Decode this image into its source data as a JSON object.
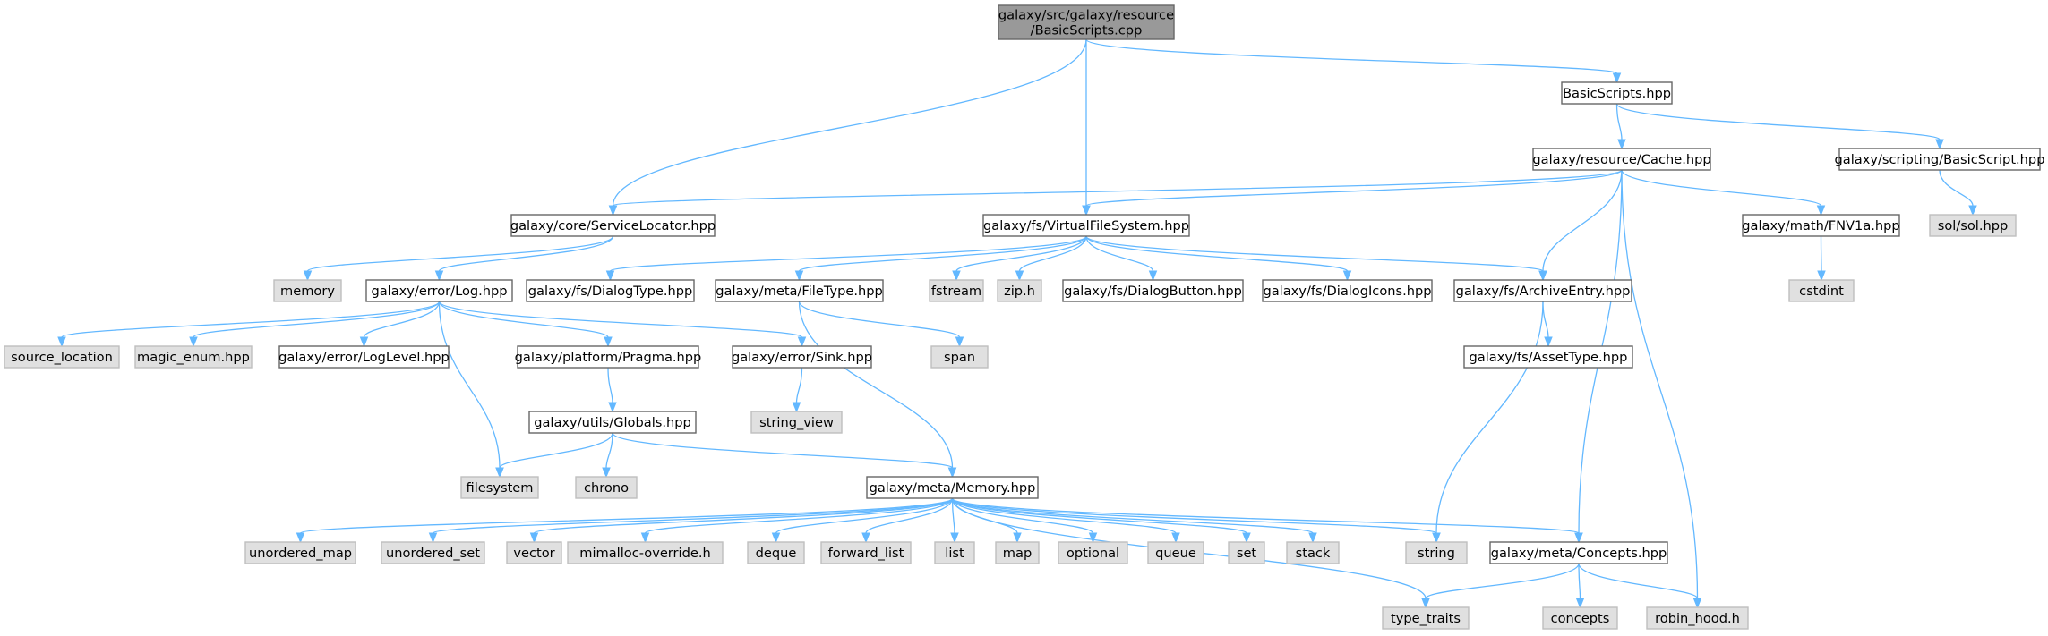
{
  "nodes": [
    {
      "id": "root",
      "lines": [
        "galaxy/src/galaxy/resource",
        "/BasicScripts.cpp"
      ],
      "kind": "root"
    },
    {
      "id": "basicscripts_hpp",
      "lines": [
        "BasicScripts.hpp"
      ],
      "kind": "file"
    },
    {
      "id": "cache_hpp",
      "lines": [
        "galaxy/resource/Cache.hpp"
      ],
      "kind": "file"
    },
    {
      "id": "basicscript_hpp",
      "lines": [
        "galaxy/scripting/BasicScript.hpp"
      ],
      "kind": "file"
    },
    {
      "id": "sol_hpp",
      "lines": [
        "sol/sol.hpp"
      ],
      "kind": "system"
    },
    {
      "id": "servicelocator_hpp",
      "lines": [
        "galaxy/core/ServiceLocator.hpp"
      ],
      "kind": "file"
    },
    {
      "id": "vfs_hpp",
      "lines": [
        "galaxy/fs/VirtualFileSystem.hpp"
      ],
      "kind": "file"
    },
    {
      "id": "fnv1a_hpp",
      "lines": [
        "galaxy/math/FNV1a.hpp"
      ],
      "kind": "file"
    },
    {
      "id": "cstdint",
      "lines": [
        "cstdint"
      ],
      "kind": "system"
    },
    {
      "id": "memory",
      "lines": [
        "memory"
      ],
      "kind": "system"
    },
    {
      "id": "log_hpp",
      "lines": [
        "galaxy/error/Log.hpp"
      ],
      "kind": "file"
    },
    {
      "id": "dialogtype_hpp",
      "lines": [
        "galaxy/fs/DialogType.hpp"
      ],
      "kind": "file"
    },
    {
      "id": "filetype_hpp",
      "lines": [
        "galaxy/meta/FileType.hpp"
      ],
      "kind": "file"
    },
    {
      "id": "fstream",
      "lines": [
        "fstream"
      ],
      "kind": "system"
    },
    {
      "id": "zip_h",
      "lines": [
        "zip.h"
      ],
      "kind": "system"
    },
    {
      "id": "dialogbutton_hpp",
      "lines": [
        "galaxy/fs/DialogButton.hpp"
      ],
      "kind": "file"
    },
    {
      "id": "dialogicons_hpp",
      "lines": [
        "galaxy/fs/DialogIcons.hpp"
      ],
      "kind": "file"
    },
    {
      "id": "archiveentry_hpp",
      "lines": [
        "galaxy/fs/ArchiveEntry.hpp"
      ],
      "kind": "file"
    },
    {
      "id": "source_location",
      "lines": [
        "source_location"
      ],
      "kind": "system"
    },
    {
      "id": "magic_enum_hpp",
      "lines": [
        "magic_enum.hpp"
      ],
      "kind": "system"
    },
    {
      "id": "loglevel_hpp",
      "lines": [
        "galaxy/error/LogLevel.hpp"
      ],
      "kind": "file"
    },
    {
      "id": "pragma_hpp",
      "lines": [
        "galaxy/platform/Pragma.hpp"
      ],
      "kind": "file"
    },
    {
      "id": "sink_hpp",
      "lines": [
        "galaxy/error/Sink.hpp"
      ],
      "kind": "file"
    },
    {
      "id": "span",
      "lines": [
        "span"
      ],
      "kind": "system"
    },
    {
      "id": "assettype_hpp",
      "lines": [
        "galaxy/fs/AssetType.hpp"
      ],
      "kind": "file"
    },
    {
      "id": "string_view",
      "lines": [
        "string_view"
      ],
      "kind": "system"
    },
    {
      "id": "globals_hpp",
      "lines": [
        "galaxy/utils/Globals.hpp"
      ],
      "kind": "file"
    },
    {
      "id": "filesystem",
      "lines": [
        "filesystem"
      ],
      "kind": "system"
    },
    {
      "id": "chrono",
      "lines": [
        "chrono"
      ],
      "kind": "system"
    },
    {
      "id": "memory_hpp",
      "lines": [
        "galaxy/meta/Memory.hpp"
      ],
      "kind": "file"
    },
    {
      "id": "unordered_map",
      "lines": [
        "unordered_map"
      ],
      "kind": "system"
    },
    {
      "id": "unordered_set",
      "lines": [
        "unordered_set"
      ],
      "kind": "system"
    },
    {
      "id": "vector",
      "lines": [
        "vector"
      ],
      "kind": "system"
    },
    {
      "id": "mimalloc_override_h",
      "lines": [
        "mimalloc-override.h"
      ],
      "kind": "system"
    },
    {
      "id": "deque",
      "lines": [
        "deque"
      ],
      "kind": "system"
    },
    {
      "id": "forward_list",
      "lines": [
        "forward_list"
      ],
      "kind": "system"
    },
    {
      "id": "list",
      "lines": [
        "list"
      ],
      "kind": "system"
    },
    {
      "id": "map",
      "lines": [
        "map"
      ],
      "kind": "system"
    },
    {
      "id": "optional",
      "lines": [
        "optional"
      ],
      "kind": "system"
    },
    {
      "id": "queue",
      "lines": [
        "queue"
      ],
      "kind": "system"
    },
    {
      "id": "set",
      "lines": [
        "set"
      ],
      "kind": "system"
    },
    {
      "id": "stack",
      "lines": [
        "stack"
      ],
      "kind": "system"
    },
    {
      "id": "string",
      "lines": [
        "string"
      ],
      "kind": "system"
    },
    {
      "id": "concepts_hpp",
      "lines": [
        "galaxy/meta/Concepts.hpp"
      ],
      "kind": "file"
    },
    {
      "id": "type_traits",
      "lines": [
        "type_traits"
      ],
      "kind": "system"
    },
    {
      "id": "concepts",
      "lines": [
        "concepts"
      ],
      "kind": "system"
    },
    {
      "id": "robin_hood_h",
      "lines": [
        "robin_hood.h"
      ],
      "kind": "system"
    }
  ],
  "edges": [
    [
      "root",
      "servicelocator_hpp"
    ],
    [
      "root",
      "vfs_hpp"
    ],
    [
      "root",
      "basicscripts_hpp"
    ],
    [
      "basicscripts_hpp",
      "cache_hpp"
    ],
    [
      "basicscripts_hpp",
      "basicscript_hpp"
    ],
    [
      "basicscript_hpp",
      "sol_hpp"
    ],
    [
      "cache_hpp",
      "servicelocator_hpp"
    ],
    [
      "cache_hpp",
      "vfs_hpp"
    ],
    [
      "cache_hpp",
      "fnv1a_hpp"
    ],
    [
      "cache_hpp",
      "archiveentry_hpp"
    ],
    [
      "cache_hpp",
      "concepts_hpp"
    ],
    [
      "cache_hpp",
      "robin_hood_h"
    ],
    [
      "fnv1a_hpp",
      "cstdint"
    ],
    [
      "servicelocator_hpp",
      "memory"
    ],
    [
      "servicelocator_hpp",
      "log_hpp"
    ],
    [
      "vfs_hpp",
      "dialogtype_hpp"
    ],
    [
      "vfs_hpp",
      "filetype_hpp"
    ],
    [
      "vfs_hpp",
      "fstream"
    ],
    [
      "vfs_hpp",
      "zip_h"
    ],
    [
      "vfs_hpp",
      "dialogbutton_hpp"
    ],
    [
      "vfs_hpp",
      "dialogicons_hpp"
    ],
    [
      "vfs_hpp",
      "archiveentry_hpp"
    ],
    [
      "log_hpp",
      "source_location"
    ],
    [
      "log_hpp",
      "magic_enum_hpp"
    ],
    [
      "log_hpp",
      "loglevel_hpp"
    ],
    [
      "log_hpp",
      "pragma_hpp"
    ],
    [
      "log_hpp",
      "sink_hpp"
    ],
    [
      "log_hpp",
      "filesystem"
    ],
    [
      "filetype_hpp",
      "span"
    ],
    [
      "filetype_hpp",
      "memory_hpp"
    ],
    [
      "archiveentry_hpp",
      "assettype_hpp"
    ],
    [
      "archiveentry_hpp",
      "string"
    ],
    [
      "pragma_hpp",
      "globals_hpp"
    ],
    [
      "sink_hpp",
      "string_view"
    ],
    [
      "globals_hpp",
      "filesystem"
    ],
    [
      "globals_hpp",
      "chrono"
    ],
    [
      "globals_hpp",
      "memory_hpp"
    ],
    [
      "memory_hpp",
      "unordered_map"
    ],
    [
      "memory_hpp",
      "unordered_set"
    ],
    [
      "memory_hpp",
      "vector"
    ],
    [
      "memory_hpp",
      "mimalloc_override_h"
    ],
    [
      "memory_hpp",
      "deque"
    ],
    [
      "memory_hpp",
      "forward_list"
    ],
    [
      "memory_hpp",
      "list"
    ],
    [
      "memory_hpp",
      "map"
    ],
    [
      "memory_hpp",
      "optional"
    ],
    [
      "memory_hpp",
      "queue"
    ],
    [
      "memory_hpp",
      "set"
    ],
    [
      "memory_hpp",
      "stack"
    ],
    [
      "memory_hpp",
      "string"
    ],
    [
      "memory_hpp",
      "concepts_hpp"
    ],
    [
      "memory_hpp",
      "type_traits"
    ],
    [
      "concepts_hpp",
      "type_traits"
    ],
    [
      "concepts_hpp",
      "concepts"
    ],
    [
      "concepts_hpp",
      "robin_hood_h"
    ]
  ],
  "colors": {
    "edge": "#63b8ff",
    "root_fill": "#999999",
    "file_fill": "#ffffff",
    "system_fill": "#e0e0e0"
  }
}
